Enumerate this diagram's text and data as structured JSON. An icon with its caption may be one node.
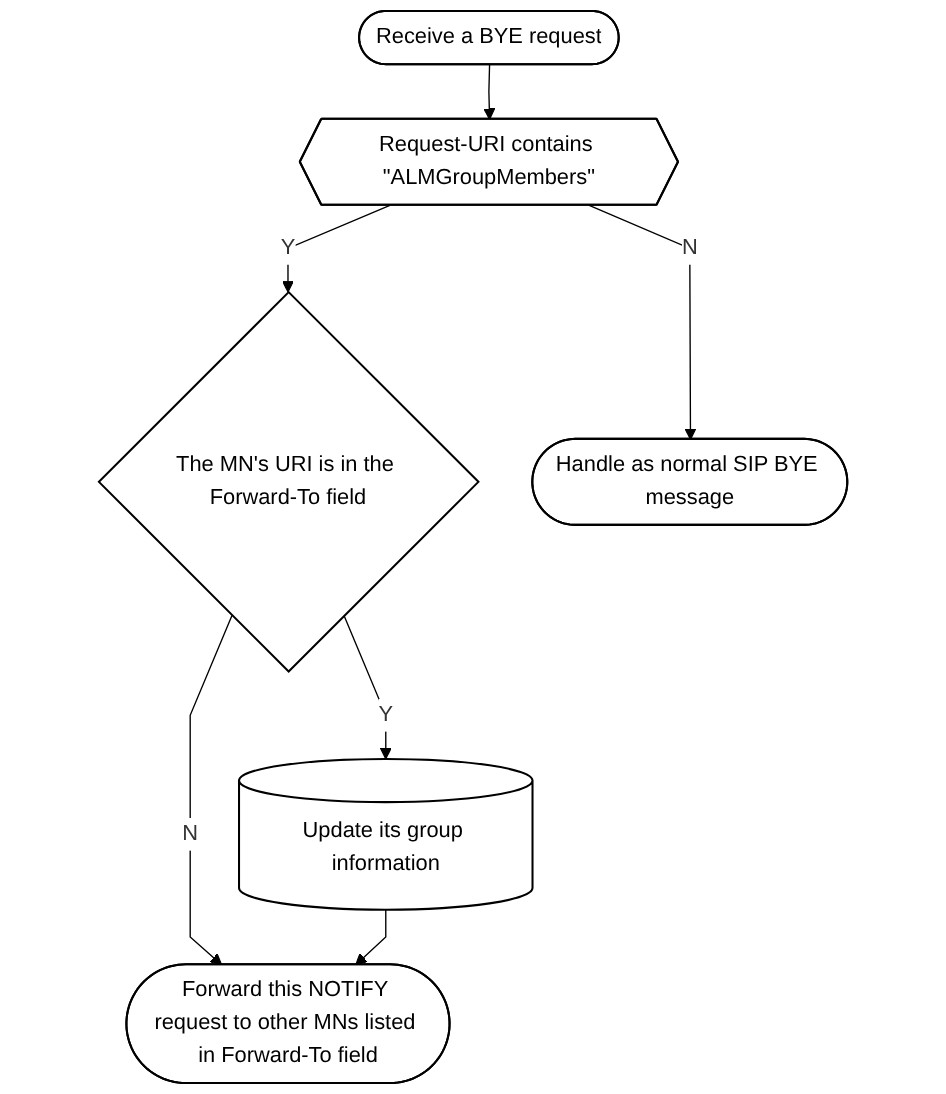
{
  "diagram": {
    "nodes": [
      {
        "text": [
          "Receive a BYE request"
        ]
      },
      {
        "text": [
          "Request-URI contains \"ALMGroupMembers\""
        ]
      },
      {
        "text": [
          "The MN's URI is in the Forward-To field"
        ]
      },
      {
        "text": [
          "Update its group information"
        ]
      },
      {
        "text": [
          "Forward this NOTIFY request to other MNs listed in Forward-To field"
        ]
      },
      {
        "text": [
          "Handle as normal SIP BYE message"
        ]
      }
    ],
    "edges": [
      {
        "from": 0,
        "to": 1,
        "arrow": "to"
      },
      {
        "from": 1,
        "to": 2,
        "arrow": "to",
        "label": "Y"
      },
      {
        "from": 1,
        "to": 5,
        "arrow": "to",
        "label": "N"
      },
      {
        "from": 2,
        "to": 3,
        "arrow": "to",
        "label": "Y"
      },
      {
        "from": 2,
        "to": 4,
        "arrow": "to",
        "label": "N"
      },
      {
        "from": 3,
        "to": 4,
        "arrow": "to"
      }
    ]
  }
}
